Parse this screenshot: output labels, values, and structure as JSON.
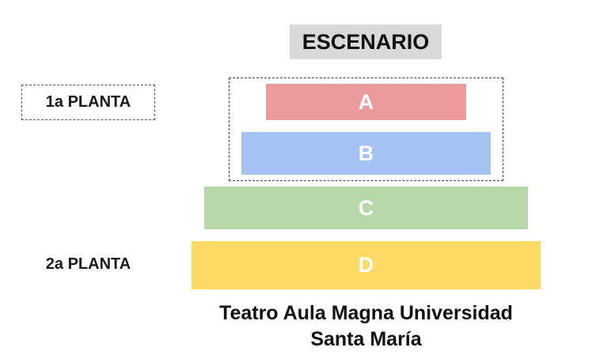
{
  "stage": {
    "label": "ESCENARIO"
  },
  "floors": [
    {
      "label": "1a PLANTA"
    },
    {
      "label": "2a PLANTA"
    }
  ],
  "sections": [
    {
      "label": "A",
      "color": "#eb9b9b"
    },
    {
      "label": "B",
      "color": "#a4c2f4"
    },
    {
      "label": "C",
      "color": "#b6d7a8"
    },
    {
      "label": "D",
      "color": "#ffd966"
    }
  ],
  "caption": {
    "line1": "Teatro Aula Magna Universidad",
    "line2": "Santa María"
  }
}
